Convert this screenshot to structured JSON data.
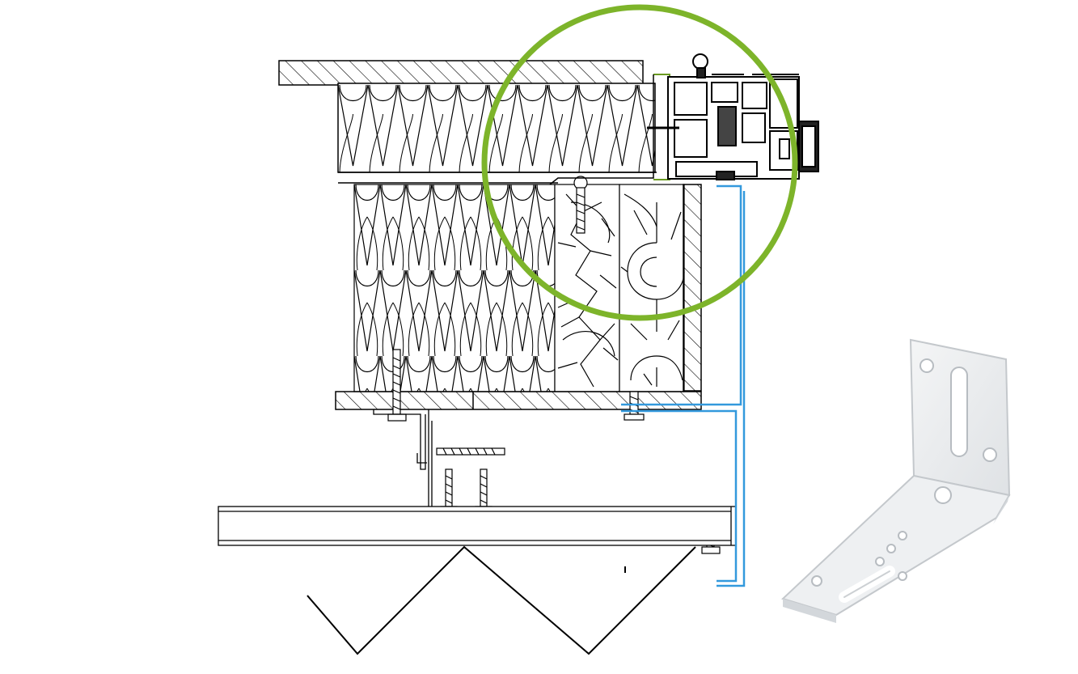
{
  "diagram": {
    "kind": "technical cross-section drawing",
    "labels": [],
    "colors": {
      "line": "#000000",
      "highlight_circle": "#7db42a",
      "flashing": "#3399dd",
      "background": "#ffffff",
      "bracket_fill": "#eceef0",
      "bracket_edge": "#c4c8cc"
    },
    "icons": [
      "highlight-circle",
      "angle-bracket-icon",
      "window-frame-profile",
      "screw-icon"
    ]
  }
}
